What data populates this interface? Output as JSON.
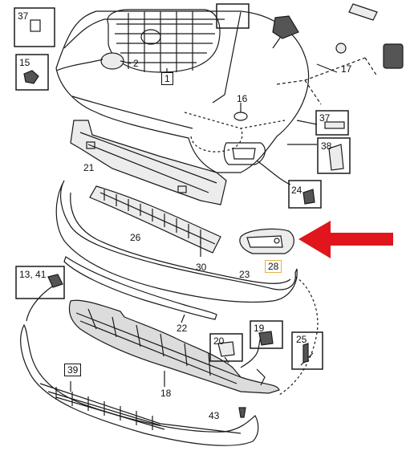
{
  "colors": {
    "line": "#1a1a1a",
    "part_fill": "#ececec",
    "dark_fill": "#555555",
    "arrow": "#e0161c",
    "highlight_box": "#e6b04a"
  },
  "callouts": {
    "c37a": "37",
    "c15": "15",
    "c2": "2",
    "c1": "1",
    "c16": "16",
    "c17": "17",
    "c21": "21",
    "c37b": "37",
    "c38": "38",
    "c24": "24",
    "c26": "26",
    "c30": "30",
    "c28": "28",
    "c23": "23",
    "c1341": "13, 41",
    "c22": "22",
    "c20": "20",
    "c19": "19",
    "c25": "25",
    "c18": "18",
    "c39": "39",
    "c43": "43"
  }
}
